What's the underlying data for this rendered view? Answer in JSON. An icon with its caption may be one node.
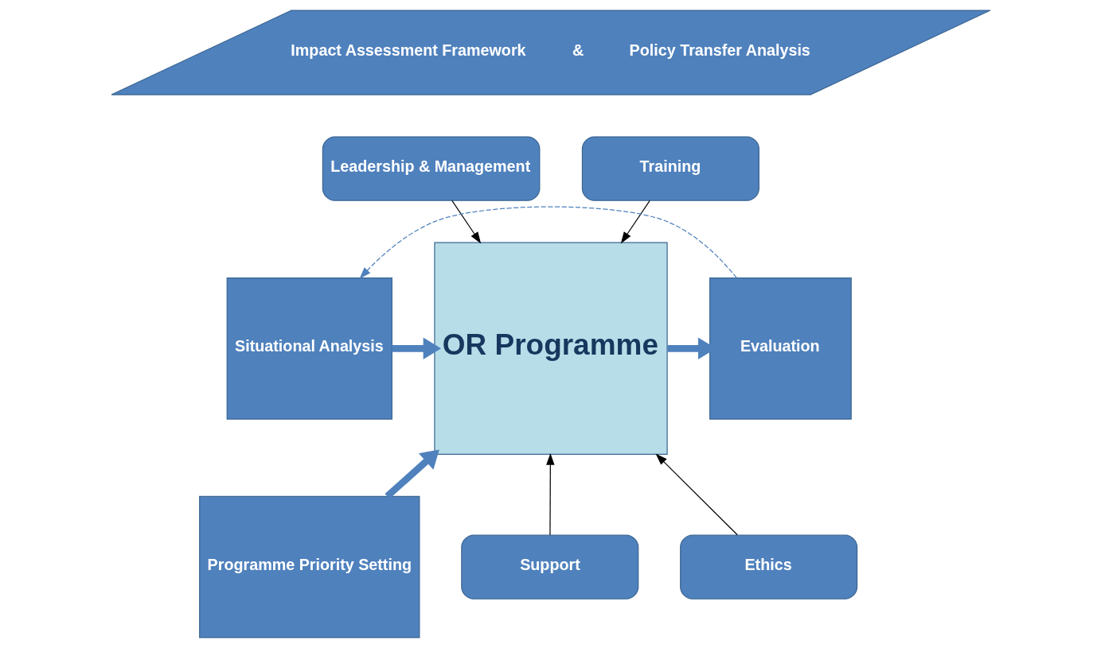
{
  "diagram": {
    "nodes": [
      {
        "text": [
          "Impact Assessment Framework",
          "&",
          "Policy Transfer Analysis"
        ]
      },
      {
        "text": [
          "Situational Analysis"
        ]
      },
      {
        "text": [
          "Programme Priority Setting"
        ]
      },
      {
        "text": [
          "Leadership & Management"
        ]
      },
      {
        "text": [
          "Training"
        ]
      },
      {
        "text": [
          "OR Programme"
        ]
      },
      {
        "text": [
          "Evaluation"
        ]
      },
      {
        "text": [
          "Support"
        ]
      },
      {
        "text": [
          "Ethics"
        ]
      }
    ],
    "edges": [
      {
        "from": 1,
        "to": 5,
        "arrow": "to",
        "style": "thick",
        "color": "#4f81bd"
      },
      {
        "from": 2,
        "to": 5,
        "arrow": "to",
        "style": "thick",
        "color": "#4f81bd"
      },
      {
        "from": 3,
        "to": 5,
        "arrow": "to",
        "color": "#000000"
      },
      {
        "from": 4,
        "to": 5,
        "arrow": "to",
        "color": "#000000"
      },
      {
        "from": 7,
        "to": 5,
        "arrow": "to",
        "color": "#000000"
      },
      {
        "from": 8,
        "to": 5,
        "arrow": "to",
        "color": "#000000"
      },
      {
        "from": 5,
        "to": 6,
        "arrow": "to",
        "style": "thick",
        "color": "#4f81bd"
      },
      {
        "from": 6,
        "to": 1,
        "arrow": "to",
        "style": "dashed",
        "color": "#4f81bd"
      }
    ]
  }
}
